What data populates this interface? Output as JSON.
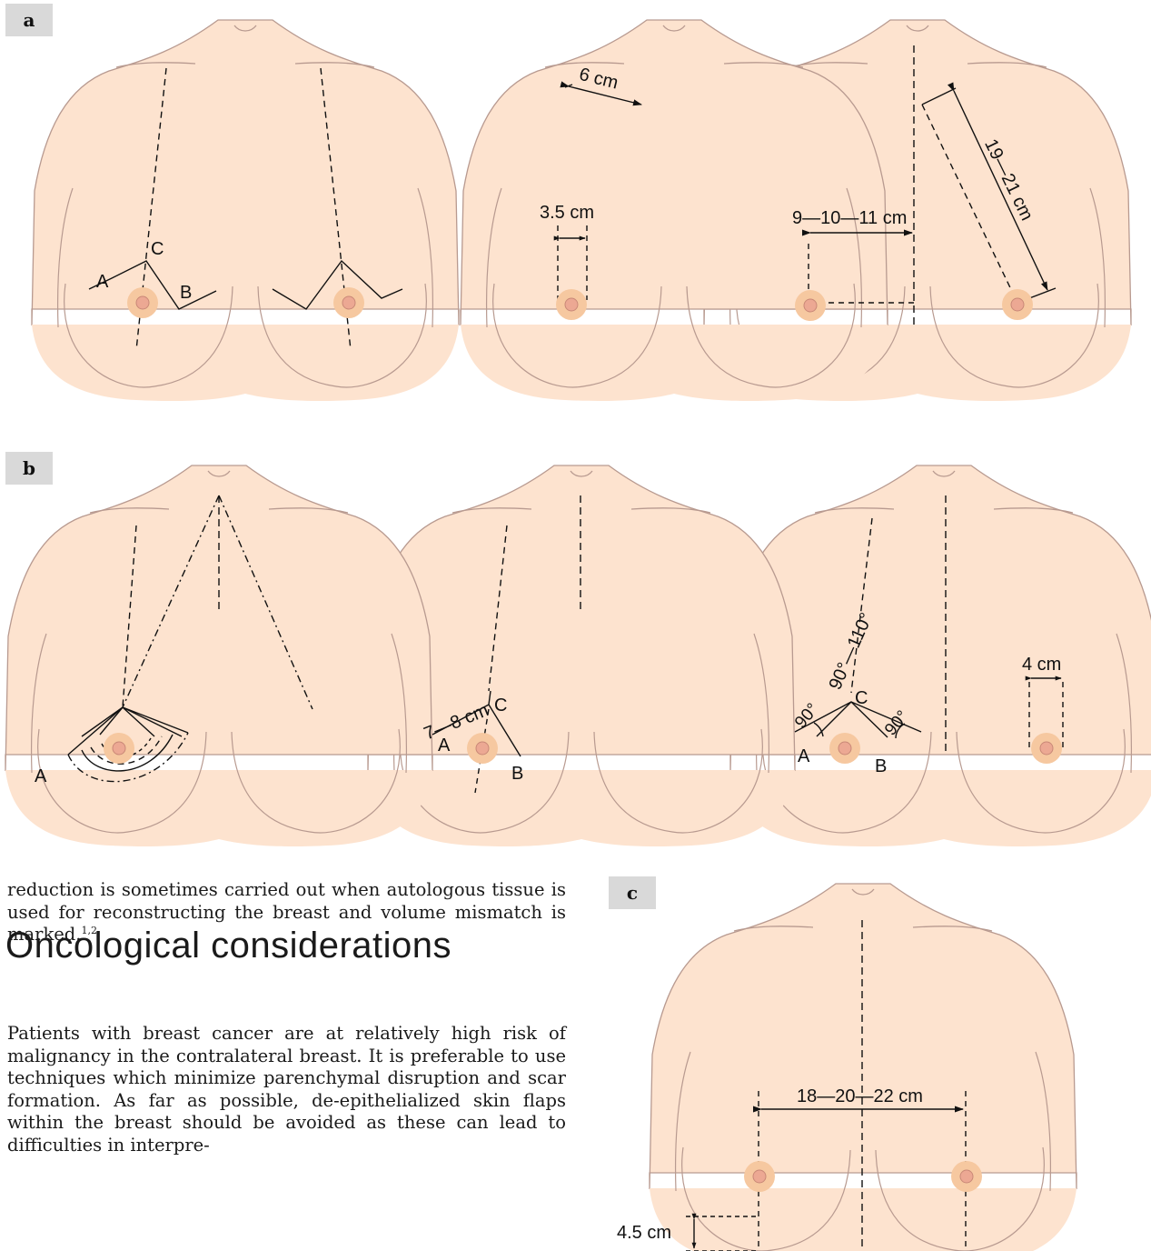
{
  "panels": {
    "a": {
      "label": "a",
      "fig1": {
        "point_a": "A",
        "point_b": "B",
        "point_c": "C"
      },
      "fig2": {
        "clavicle_dist": "6 cm",
        "areola_width": "3.5 cm"
      },
      "fig3": {
        "midline_dist": "9—10—11 cm",
        "notch_dist": "19—21 cm"
      }
    },
    "b": {
      "label": "b",
      "fig1": {
        "point_a": "A"
      },
      "fig2": {
        "limb_length": "7—8 cm",
        "point_a": "A",
        "point_b": "B",
        "point_c": "C"
      },
      "fig3": {
        "apex_angle": "90°—110°",
        "angle_a": "90°",
        "angle_b": "90°",
        "point_a": "A",
        "point_b": "B",
        "point_c": "C",
        "areola_width": "4 cm"
      }
    },
    "c": {
      "label": "c",
      "nipple_dist": "18—20—22 cm",
      "nipple_height": "4.5 cm"
    }
  },
  "text": {
    "para1": "reduction is sometimes carried out when autologous tissue is used for reconstructing the breast and volume mismatch is marked.",
    "para1_refs": "1,2",
    "heading": "Oncological considerations",
    "para2": "Patients with breast cancer are at relatively high risk of malignancy in the contralateral breast. It is preferable to use techniques which minimize parenchymal disruption and scar formation. As far as possible, de-epithelialized skin flaps within the breast should be avoided as these can lead to difficulties in interpre-"
  },
  "colors": {
    "skin": "#fde3cf",
    "skin_outline": "#b89a90",
    "areola": "#f6c8a0",
    "nipple": "#eca893",
    "label_bg": "#d9d9d9"
  }
}
